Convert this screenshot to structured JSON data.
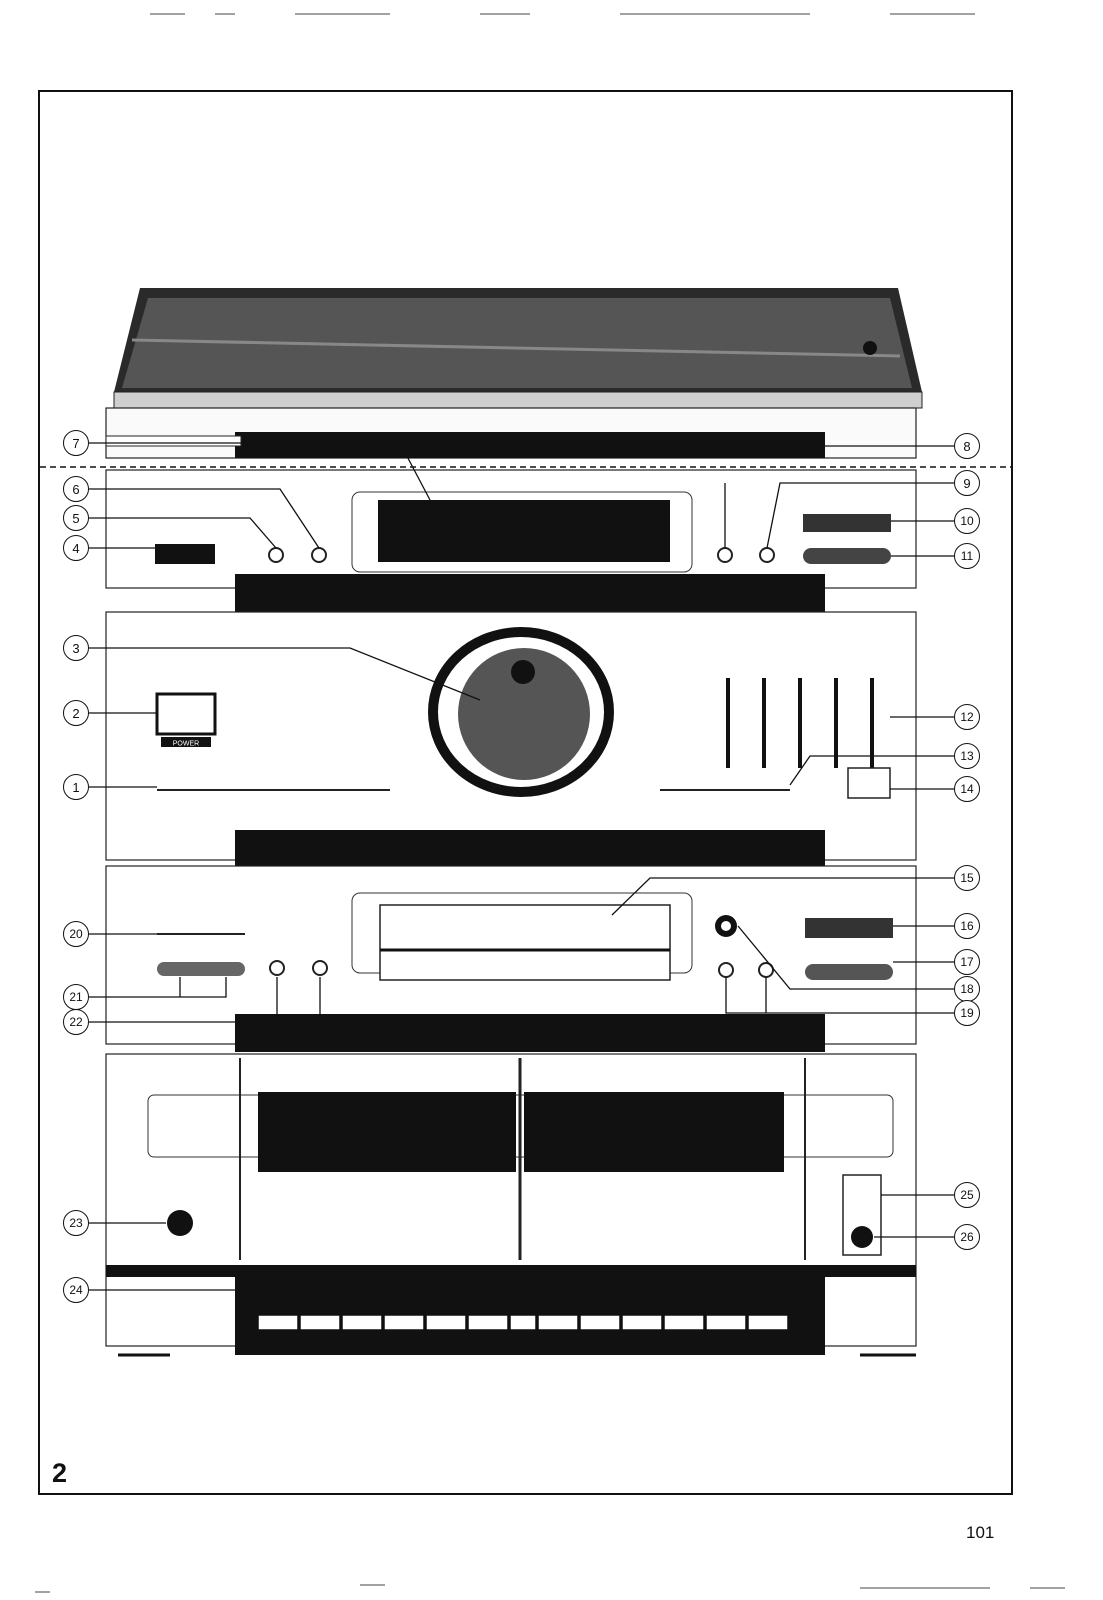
{
  "figure": {
    "number": "2",
    "page_number": "101"
  },
  "unit_labels": {
    "power": "POWER"
  },
  "callouts": [
    "1",
    "2",
    "3",
    "4",
    "5",
    "6",
    "7",
    "8",
    "9",
    "10",
    "11",
    "12",
    "13",
    "14",
    "15",
    "16",
    "17",
    "18",
    "19",
    "20",
    "21",
    "22",
    "23",
    "24",
    "25",
    "26"
  ]
}
